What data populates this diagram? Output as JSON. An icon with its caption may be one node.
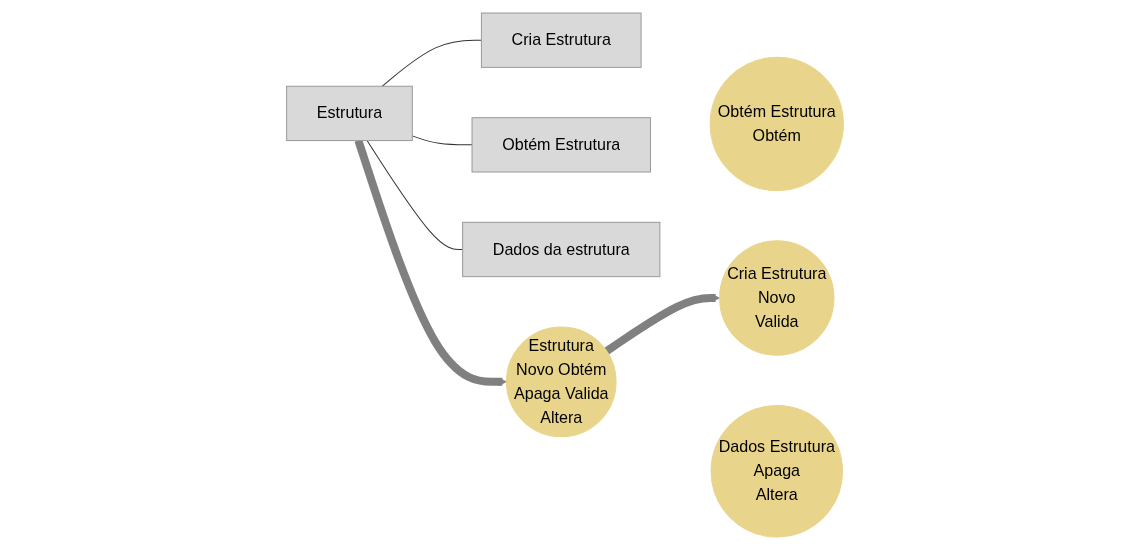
{
  "diagram": {
    "nodes": [
      {
        "text": [
          "Estrutura"
        ]
      },
      {
        "text": [
          "Cria Estrutura"
        ]
      },
      {
        "text": [
          "Obtém Estrutura"
        ]
      },
      {
        "text": [
          "Dados da estrutura"
        ]
      },
      {
        "text": [
          "Estrutura",
          "Novo",
          "Obtém",
          "Apaga",
          "Valida",
          "Altera"
        ]
      },
      {
        "text": [
          "Obtém Estrutura",
          "Obtém"
        ]
      },
      {
        "text": [
          "Cria Estrutura",
          "Novo",
          "Valida"
        ]
      },
      {
        "text": [
          "Dados Estrutura",
          "Apaga",
          "Altera"
        ]
      }
    ],
    "edges": [
      {
        "from": 0,
        "to": 1,
        "arrow": "none"
      },
      {
        "from": 0,
        "to": 2,
        "arrow": "none"
      },
      {
        "from": 0,
        "to": 3,
        "arrow": "none"
      },
      {
        "from": 0,
        "to": 4,
        "arrow": "to",
        "style": "thick",
        "color": "#808080"
      },
      {
        "from": 4,
        "to": 6,
        "arrow": "to",
        "style": "thick",
        "color": "#808080"
      }
    ]
  }
}
